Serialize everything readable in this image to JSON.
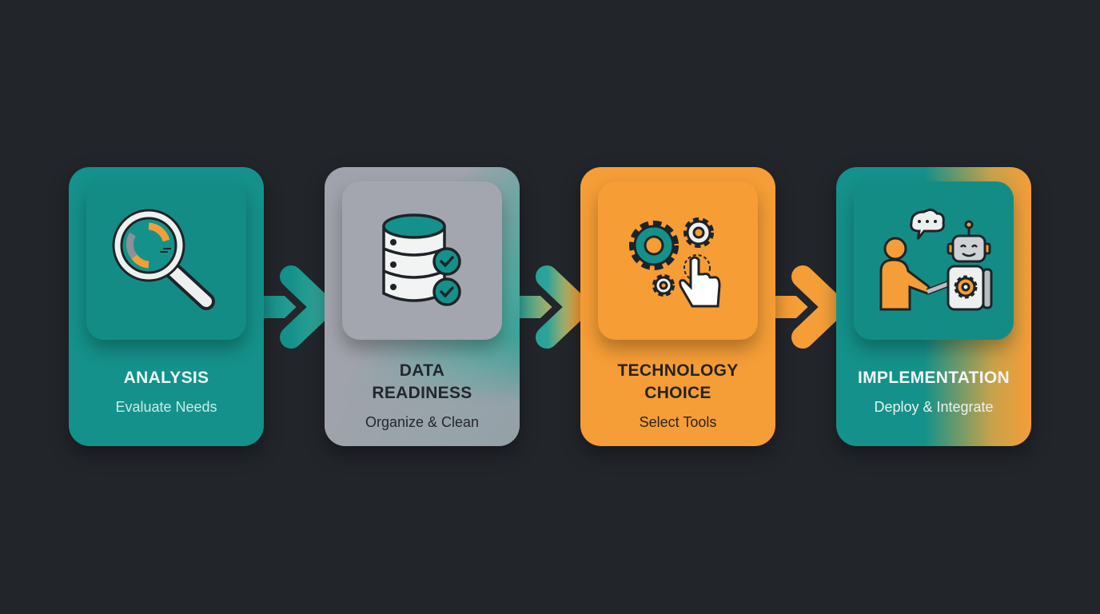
{
  "diagram": {
    "type": "process-flow",
    "background": "#22252a",
    "steps": [
      {
        "title_lines": [
          "ANALYSIS"
        ],
        "subtitle": "Evaluate Needs",
        "icon": "magnifier-chart-icon",
        "color": "#14918a"
      },
      {
        "title_lines": [
          "DATA",
          "READINESS"
        ],
        "subtitle": "Organize & Clean",
        "icon": "database-check-icon",
        "color": "#a0a3ab"
      },
      {
        "title_lines": [
          "TECHNOLOGY",
          "CHOICE"
        ],
        "subtitle": "Select Tools",
        "icon": "gears-hand-icon",
        "color": "#f59d36"
      },
      {
        "title_lines": [
          "IMPLEMENTATION"
        ],
        "subtitle": "Deploy & Integrate",
        "icon": "human-robot-handshake-icon",
        "color": "#14918a"
      }
    ],
    "arrows": [
      {
        "from": 1,
        "to": 2,
        "icon": "arrow-right-icon",
        "color_start": "#14918a",
        "color_end": "#2fa599"
      },
      {
        "from": 2,
        "to": 3,
        "icon": "arrow-right-icon",
        "color_start": "#2fa599",
        "color_end": "#f59d36"
      },
      {
        "from": 3,
        "to": 4,
        "icon": "arrow-right-icon",
        "color_start": "#f59d36",
        "color_end": "#f59d36"
      }
    ],
    "colors": {
      "teal": "#14918a",
      "gray": "#a0a3ab",
      "orange": "#f59d36",
      "dark": "#22252a"
    }
  }
}
